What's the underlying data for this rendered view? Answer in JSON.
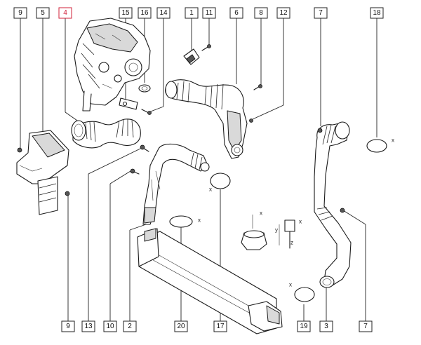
{
  "callouts_top": [
    "9",
    "5",
    "4",
    "15",
    "16",
    "14",
    "1",
    "11",
    "6",
    "8",
    "12",
    "7",
    "18"
  ],
  "callouts_bottom": [
    "9",
    "13",
    "10",
    "2",
    "20",
    "17",
    "19",
    "3",
    "7"
  ],
  "highlighted_callout": "4",
  "axis_marks": [
    "x",
    "y",
    "z"
  ],
  "colors": {
    "highlight": "#d0203a",
    "line": "#1a1a1a",
    "shade": "#d9d9d9"
  }
}
